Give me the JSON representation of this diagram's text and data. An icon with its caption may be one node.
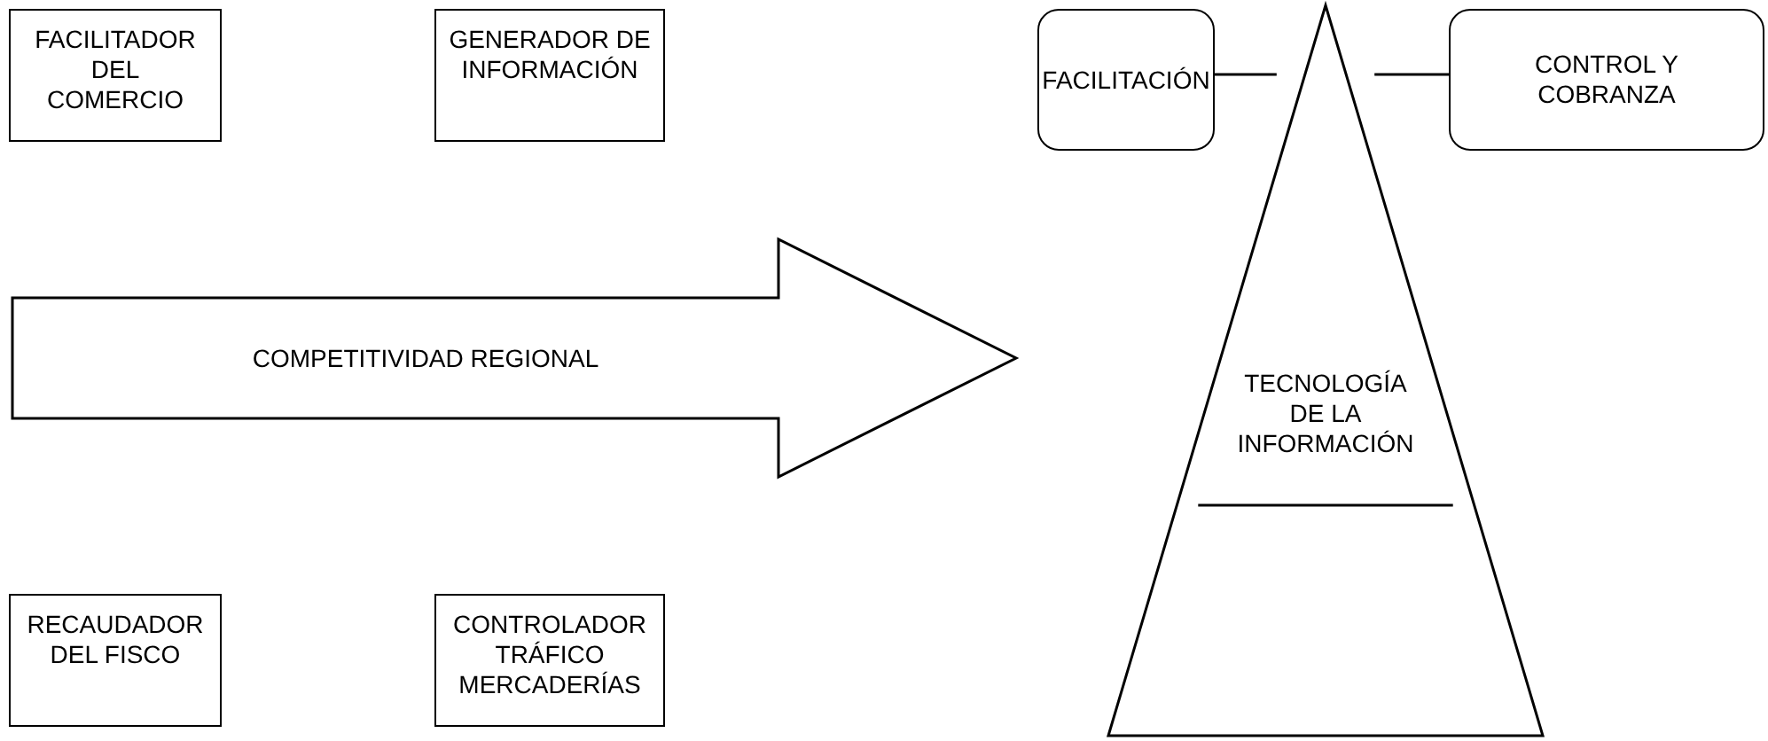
{
  "diagram": {
    "nodes": [
      {
        "text": [
          "FACILITADOR DEL COMERCIO"
        ]
      },
      {
        "text": [
          "GENERADOR DE INFORMACIÓN"
        ]
      },
      {
        "text": [
          "FACILITACIÓN"
        ]
      },
      {
        "text": [
          "TECNOLOGÍA DE LA INFORMACIÓN"
        ]
      },
      {
        "text": [
          "CONTROL Y COBRANZA"
        ]
      },
      {
        "text": [
          "COMPETITIVIDAD REGIONAL"
        ]
      },
      {
        "text": [
          "RECAUDADOR DEL FISCO"
        ]
      },
      {
        "text": [
          "CONTROLADOR TRÁFICO MERCADERÍAS"
        ]
      }
    ],
    "edges": [
      {
        "from": 2,
        "to": 3,
        "arrow": "none"
      },
      {
        "from": 4,
        "to": 3,
        "arrow": "none"
      }
    ]
  }
}
